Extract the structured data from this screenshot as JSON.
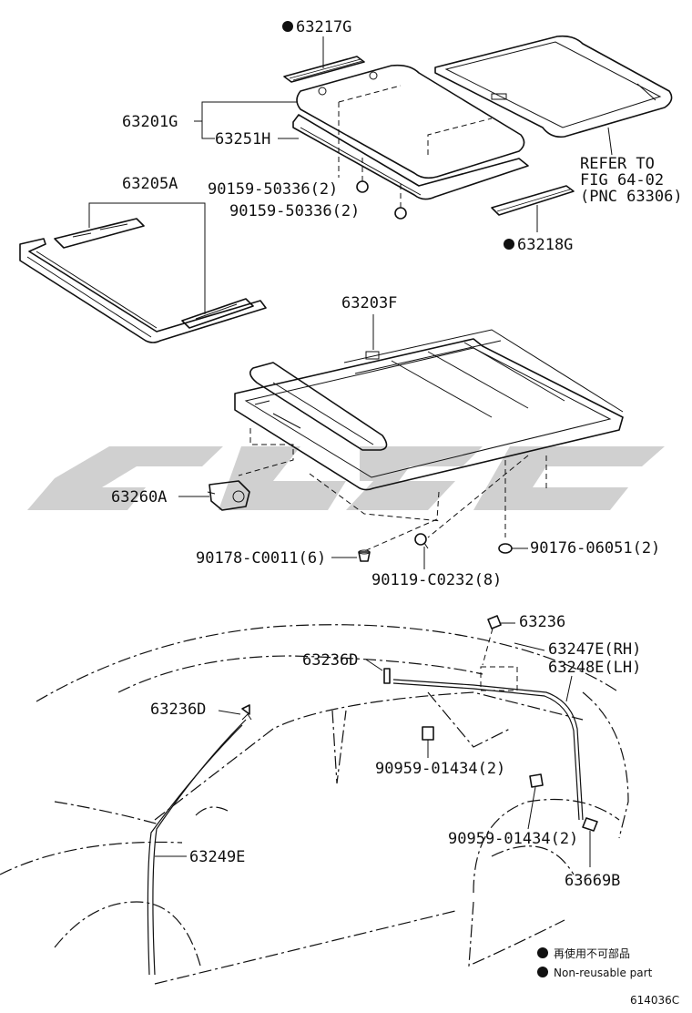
{
  "labels": {
    "p63217G": "63217G",
    "p63201G": "63201G",
    "p63251H": "63251H",
    "p90159a": "90159-50336(2)",
    "p90159b": "90159-50336(2)",
    "p63205A": "63205A",
    "refer1": "REFER TO",
    "refer2": "FIG 64-02",
    "refer3": "(PNC 63306)",
    "p63218G": "63218G",
    "p63203F": "63203F",
    "p63260A": "63260A",
    "p90178": "90178-C0011(6)",
    "p90119": "90119-C0232(8)",
    "p90176": "90176-06051(2)",
    "p63236": "63236",
    "p63236D_top": "63236D",
    "p63247E": "63247E(RH)",
    "p63248E": "63248E(LH)",
    "p63236D_left": "63236D",
    "p90959a": "90959-01434(2)",
    "p90959b": "90959-01434(2)",
    "p63249E": "63249E",
    "p63669B": "63669B"
  },
  "legend": {
    "jp": "再使用不可部品",
    "en": "Non-reusable part"
  },
  "figure_code": "614036C",
  "watermark_icon": "brand-logo-watermark",
  "colors": {
    "ink": "#111111",
    "watermark": "#c8c8c8"
  }
}
